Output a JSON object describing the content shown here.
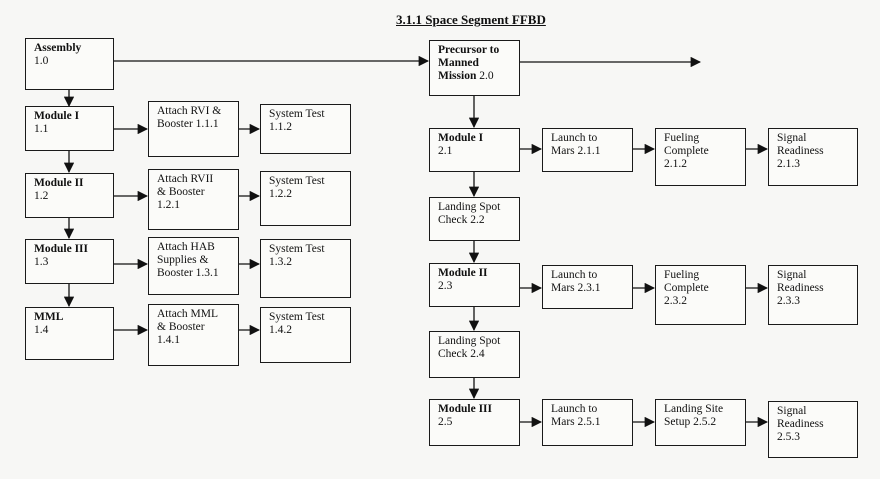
{
  "title": "3.1.1 Space Segment FFBD",
  "nodes": {
    "assembly": {
      "title": "Assembly",
      "sub": "1.0"
    },
    "m1": {
      "title": "Module I",
      "sub": "1.1"
    },
    "m2": {
      "title": "Module II",
      "sub": "1.2"
    },
    "m3": {
      "title": "Module III",
      "sub": "1.3"
    },
    "mml": {
      "title": "MML",
      "sub": "1.4"
    },
    "a111": {
      "title": "",
      "sub": "Attach RVI &\nBooster 1.1.1"
    },
    "a121": {
      "title": "",
      "sub": "Attach RVII\n& Booster\n1.2.1"
    },
    "a131": {
      "title": "",
      "sub": "Attach HAB\nSupplies &\nBooster 1.3.1"
    },
    "a141": {
      "title": "",
      "sub": "Attach MML\n& Booster\n1.4.1"
    },
    "st112": {
      "title": "",
      "sub": "System Test\n1.1.2"
    },
    "st122": {
      "title": "",
      "sub": "System Test\n1.2.2"
    },
    "st132": {
      "title": "",
      "sub": "System Test\n1.3.2"
    },
    "st142": {
      "title": "",
      "sub": "System Test\n1.4.2"
    },
    "precursor": {
      "title": "Precursor to\nManned\nMission",
      "sub": " 2.0"
    },
    "m21": {
      "title": "Module I",
      "sub": "2.1"
    },
    "l211": {
      "title": "",
      "sub": "Launch to\nMars 2.1.1"
    },
    "f212": {
      "title": "",
      "sub": "Fueling\nComplete\n2.1.2"
    },
    "s213": {
      "title": "",
      "sub": "Signal\nReadiness\n2.1.3"
    },
    "lsc22": {
      "title": "",
      "sub": "Landing Spot\nCheck 2.2"
    },
    "m23": {
      "title": "Module II",
      "sub": "2.3"
    },
    "l231": {
      "title": "",
      "sub": "Launch to\nMars 2.3.1"
    },
    "f232": {
      "title": "",
      "sub": "Fueling\nComplete\n2.3.2"
    },
    "s233": {
      "title": "",
      "sub": "Signal\nReadiness\n2.3.3"
    },
    "lsc24": {
      "title": "",
      "sub": "Landing Spot\nCheck 2.4"
    },
    "m25": {
      "title": "Module III",
      "sub": "2.5"
    },
    "l251": {
      "title": "",
      "sub": "Launch to\nMars 2.5.1"
    },
    "ls252": {
      "title": "",
      "sub": "Landing Site\nSetup 2.5.2"
    },
    "s253": {
      "title": "",
      "sub": "Signal\nReadiness\n2.5.3"
    }
  }
}
